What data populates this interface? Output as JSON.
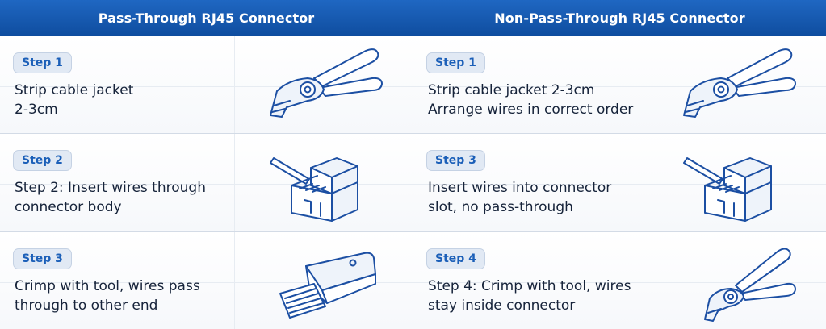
{
  "columns": [
    {
      "header": "Pass-Through RJ45 Connector",
      "steps": [
        {
          "badge": "Step 1",
          "text": "Strip cable jacket\n2-3cm",
          "icon": "crimp-tool-icon"
        },
        {
          "badge": "Step 2",
          "text": "Step 2: Insert wires through\nconnector body",
          "icon": "connector-insert-icon"
        },
        {
          "badge": "Step 3",
          "text": "Crimp with tool, wires pass\nthrough to other end",
          "icon": "pass-through-connector-icon"
        }
      ]
    },
    {
      "header": "Non-Pass-Through RJ45 Connector",
      "steps": [
        {
          "badge": "Step 1",
          "text": "Strip cable jacket 2-3cm\nArrange wires in correct order",
          "icon": "crimp-tool-icon"
        },
        {
          "badge": "Step 3",
          "text": "Insert wires into connector\nslot, no pass-through",
          "icon": "connector-insert-icon"
        },
        {
          "badge": "Step 4",
          "text": "Step 4: Crimp with tool, wires\nstay inside connector",
          "icon": "crimp-tool-icon"
        }
      ]
    }
  ],
  "colors": {
    "header": "#1659b3",
    "accent": "#1c4fa3",
    "badge_bg": "#e1e9f4"
  }
}
